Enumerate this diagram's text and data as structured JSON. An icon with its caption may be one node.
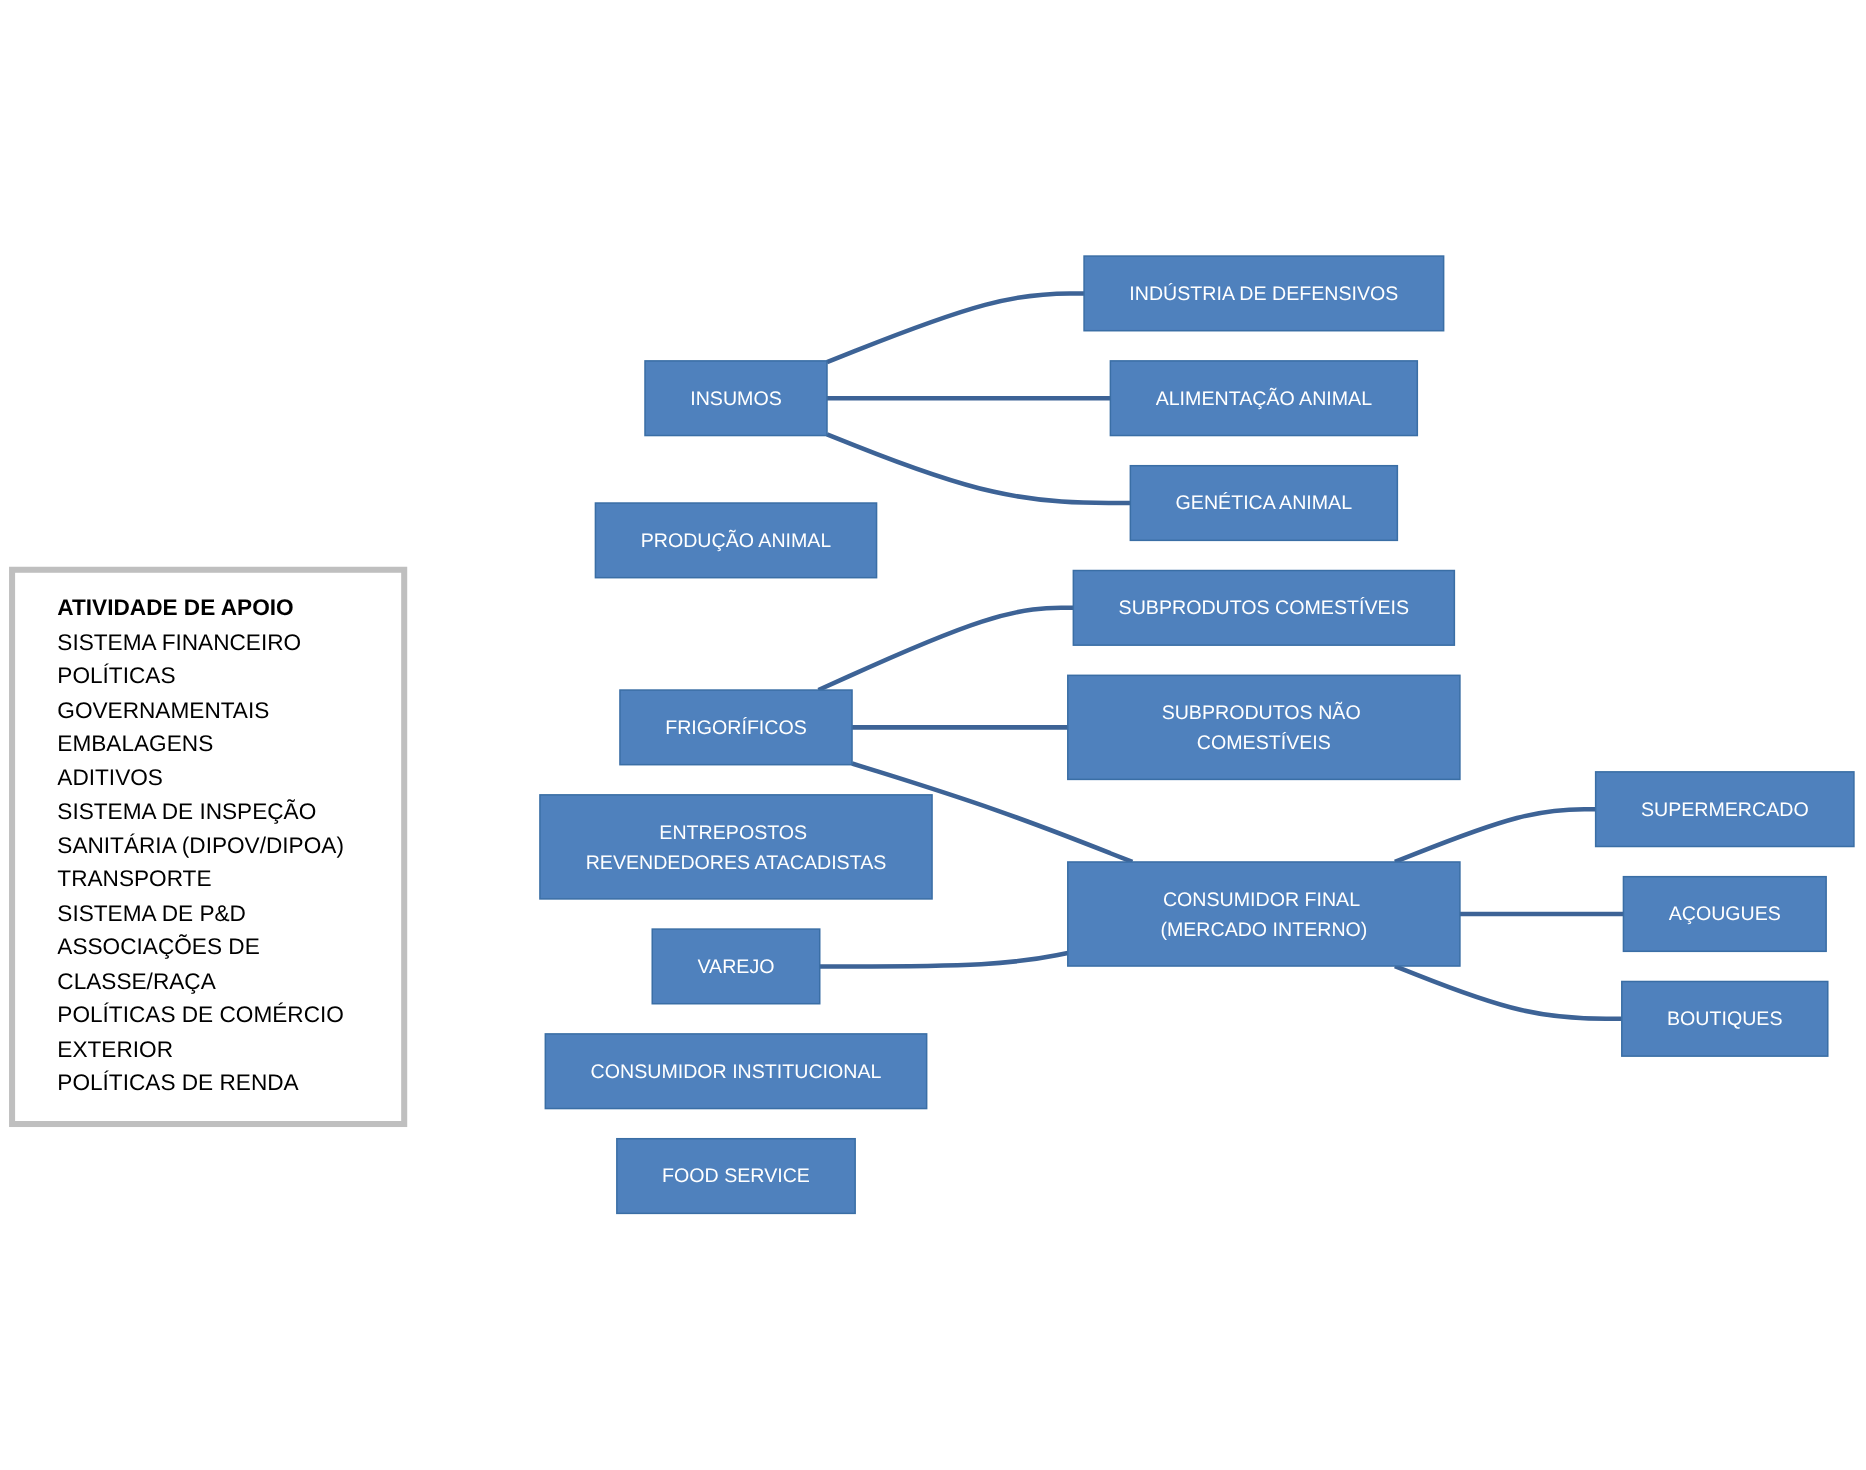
{
  "diagram": {
    "nodes": [
      {
        "text": [
          "ATIVIDADE DE APOIO",
          "SISTEMA FINANCEIRO",
          "POLÍTICAS GOVERNAMENTAIS",
          "EMBALAGENS",
          "ADITIVOS",
          "SISTEMA DE INSPEÇÃO SANITÁRIA (DIPOV/DIPOA)",
          "TRANSPORTE",
          "SISTEMA DE P&D",
          "ASSOCIAÇÕES DE CLASSE/RAÇA",
          "POLÍTICAS DE COMÉRCIO EXTERIOR",
          "POLÍTICAS DE RENDA"
        ]
      },
      {
        "text": [
          "INSUMOS"
        ]
      },
      {
        "text": [
          "INDÚSTRIA DE DEFENSIVOS"
        ]
      },
      {
        "text": [
          "ALIMENTAÇÃO ANIMAL"
        ]
      },
      {
        "text": [
          "GENÉTICA ANIMAL"
        ]
      },
      {
        "text": [
          "PRODUÇÃO ANIMAL"
        ]
      },
      {
        "text": [
          "FRIGORÍFICOS"
        ]
      },
      {
        "text": [
          "SUBPRODUTOS COMESTÍVEIS"
        ]
      },
      {
        "text": [
          "SUBPRODUTOS NÃO COMESTÍVEIS"
        ]
      },
      {
        "text": [
          "ENTREPOSTOS REVENDEDORES ATACADISTAS"
        ]
      },
      {
        "text": [
          "VAREJO"
        ]
      },
      {
        "text": [
          "CONSUMIDOR FINAL (MERCADO INTERNO)"
        ]
      },
      {
        "text": [
          "SUPERMERCADO"
        ]
      },
      {
        "text": [
          "AÇOUGUES"
        ]
      },
      {
        "text": [
          "BOUTIQUES"
        ]
      },
      {
        "text": [
          "CONSUMIDOR INSTITUCIONAL"
        ]
      },
      {
        "text": [
          "FOOD SERVICE"
        ]
      }
    ],
    "edges": [
      {
        "from": 1,
        "to": 2,
        "arrow": "none"
      },
      {
        "from": 1,
        "to": 3,
        "arrow": "none"
      },
      {
        "from": 1,
        "to": 4,
        "arrow": "none"
      },
      {
        "from": 6,
        "to": 7,
        "arrow": "none"
      },
      {
        "from": 6,
        "to": 8,
        "arrow": "none"
      },
      {
        "from": 6,
        "to": 11,
        "arrow": "none"
      },
      {
        "from": 10,
        "to": 11,
        "arrow": "none"
      },
      {
        "from": 11,
        "to": 12,
        "arrow": "none"
      },
      {
        "from": 11,
        "to": 13,
        "arrow": "none"
      },
      {
        "from": 11,
        "to": 14,
        "arrow": "none"
      }
    ]
  }
}
